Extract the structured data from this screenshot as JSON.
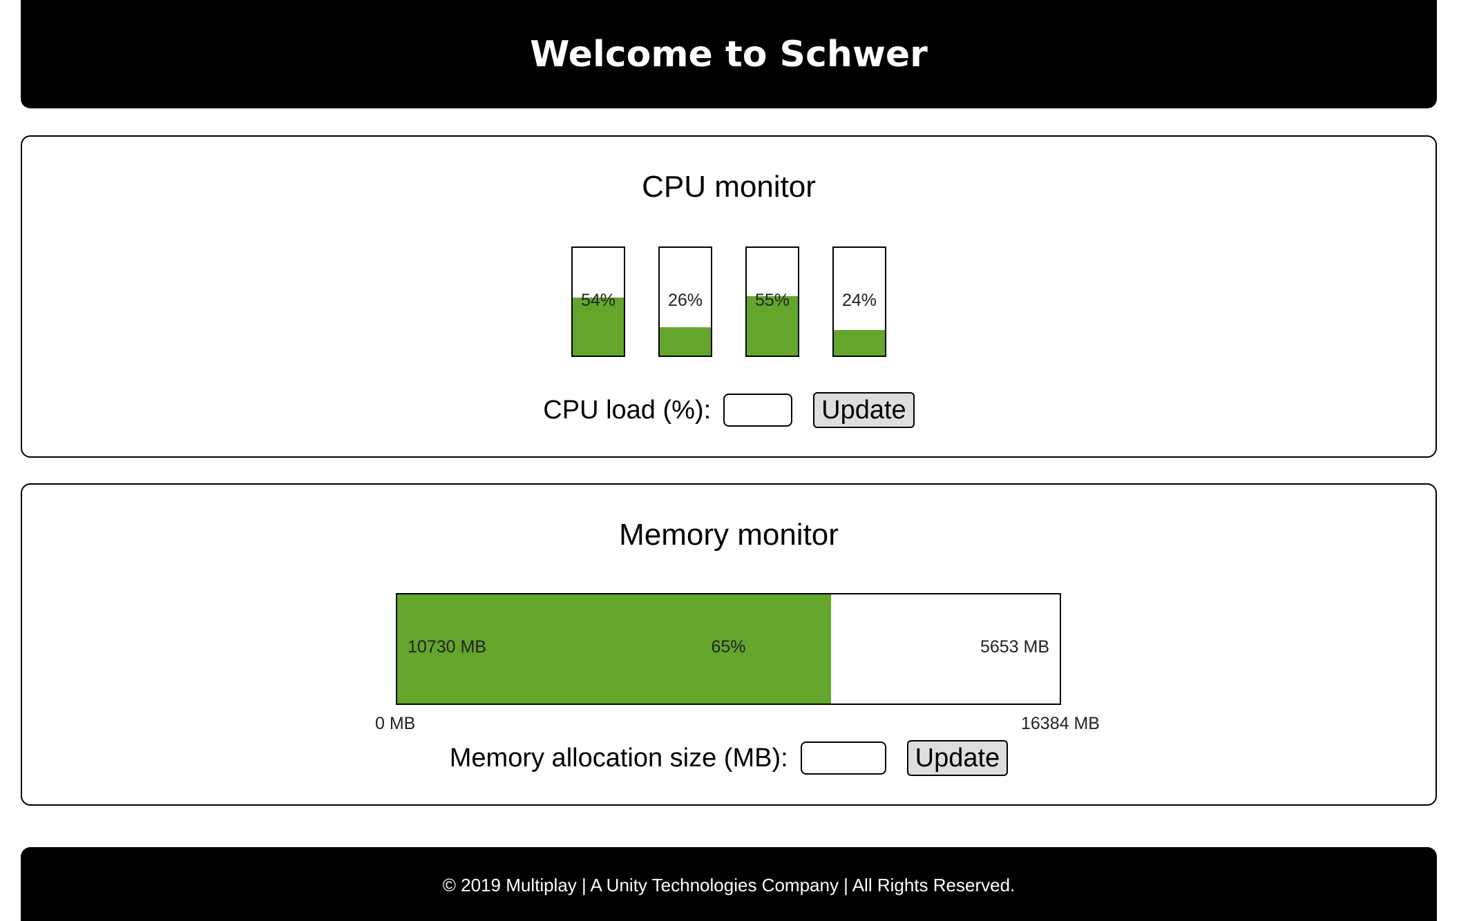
{
  "header": {
    "title": "Welcome to Schwer"
  },
  "cpu_monitor": {
    "title": "CPU monitor",
    "cores": [
      {
        "label": "54%",
        "load": 54
      },
      {
        "label": "26%",
        "load": 26
      },
      {
        "label": "55%",
        "load": 55
      },
      {
        "label": "24%",
        "load": 24
      }
    ],
    "input_label": "CPU load (%):",
    "input_value": "",
    "update_label": "Update"
  },
  "memory_monitor": {
    "title": "Memory monitor",
    "used_label": "10730 MB",
    "percent_label": "65%",
    "used_fraction": 0.655,
    "free_label": "5653 MB",
    "min_label": "0 MB",
    "max_label": "16384 MB",
    "input_label": "Memory allocation size (MB):",
    "input_value": "",
    "update_label": "Update"
  },
  "footer": {
    "text": "© 2019 Multiplay | A Unity Technologies Company | All Rights Reserved."
  },
  "colors": {
    "fill": "#63a62b",
    "header_bg": "#000000",
    "button_bg": "#dedede"
  }
}
